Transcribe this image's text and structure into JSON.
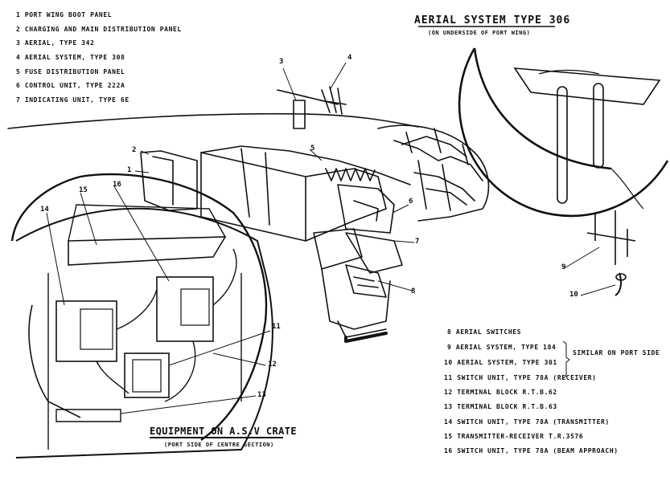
{
  "legend_top": [
    "1 PORT WING BOOT PANEL",
    "2 CHARGING AND MAIN DISTRIBUTION PANEL",
    "3 AERIAL, TYPE 342",
    "4 AERIAL SYSTEM, TYPE 308",
    "5 FUSE DISTRIBUTION PANEL",
    "6 CONTROL UNIT, TYPE 222A",
    "7 INDICATING UNIT, TYPE 6E"
  ],
  "legend_bottom": [
    "8 AERIAL SWITCHES",
    "9 AERIAL SYSTEM, TYPE 184",
    "10 AERIAL SYSTEM, TYPE 301",
    "11 SWITCH UNIT, TYPE 78A (RECEIVER)",
    "12 TERMINAL BLOCK R.T.B.62",
    "13 TERMINAL BLOCK R.T.B.63",
    "14 SWITCH UNIT, TYPE 78A (TRANSMITTER)",
    "15 TRANSMITTER-RECEIVER T.R.3576",
    "16 SWITCH UNIT, TYPE 78A (BEAM APPROACH)"
  ],
  "bracket_note": "SIMILAR ON PORT SIDE",
  "aerial_title": "AERIAL SYSTEM TYPE 306",
  "aerial_subtitle": "(ON UNDERSIDE OF PORT WING)",
  "crate_title": "EQUIPMENT ON A.S.V CRATE",
  "crate_subtitle": "(PORT SIDE OF CENTRE SECTION)",
  "callouts": [
    "1",
    "2",
    "3",
    "4",
    "5",
    "6",
    "7",
    "8",
    "9",
    "10",
    "11",
    "12",
    "13",
    "14",
    "15",
    "16"
  ]
}
